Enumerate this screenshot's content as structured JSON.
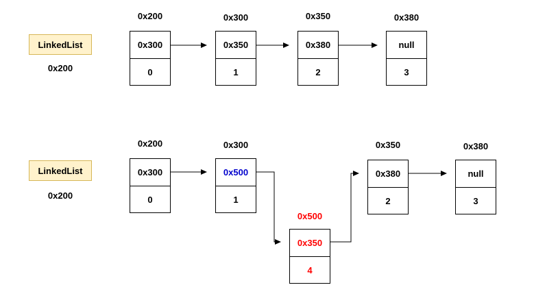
{
  "colors": {
    "highlight_blue": "#0000cc",
    "highlight_red": "#ff0000",
    "list_fill": "#fff2cc",
    "list_border": "#d6b656"
  },
  "before": {
    "list_label": "LinkedList",
    "list_address": "0x200",
    "nodes": [
      {
        "address": "0x200",
        "next": "0x300",
        "value": "0"
      },
      {
        "address": "0x300",
        "next": "0x350",
        "value": "1"
      },
      {
        "address": "0x350",
        "next": "0x380",
        "value": "2"
      },
      {
        "address": "0x380",
        "next": "null",
        "value": "3"
      }
    ]
  },
  "after": {
    "list_label": "LinkedList",
    "list_address": "0x200",
    "nodes": [
      {
        "address": "0x200",
        "next": "0x300",
        "value": "0"
      },
      {
        "address": "0x300",
        "next": "0x500",
        "value": "1"
      },
      {
        "address": "0x500",
        "next": "0x350",
        "value": "4"
      },
      {
        "address": "0x350",
        "next": "0x380",
        "value": "2"
      },
      {
        "address": "0x380",
        "next": "null",
        "value": "3"
      }
    ]
  }
}
